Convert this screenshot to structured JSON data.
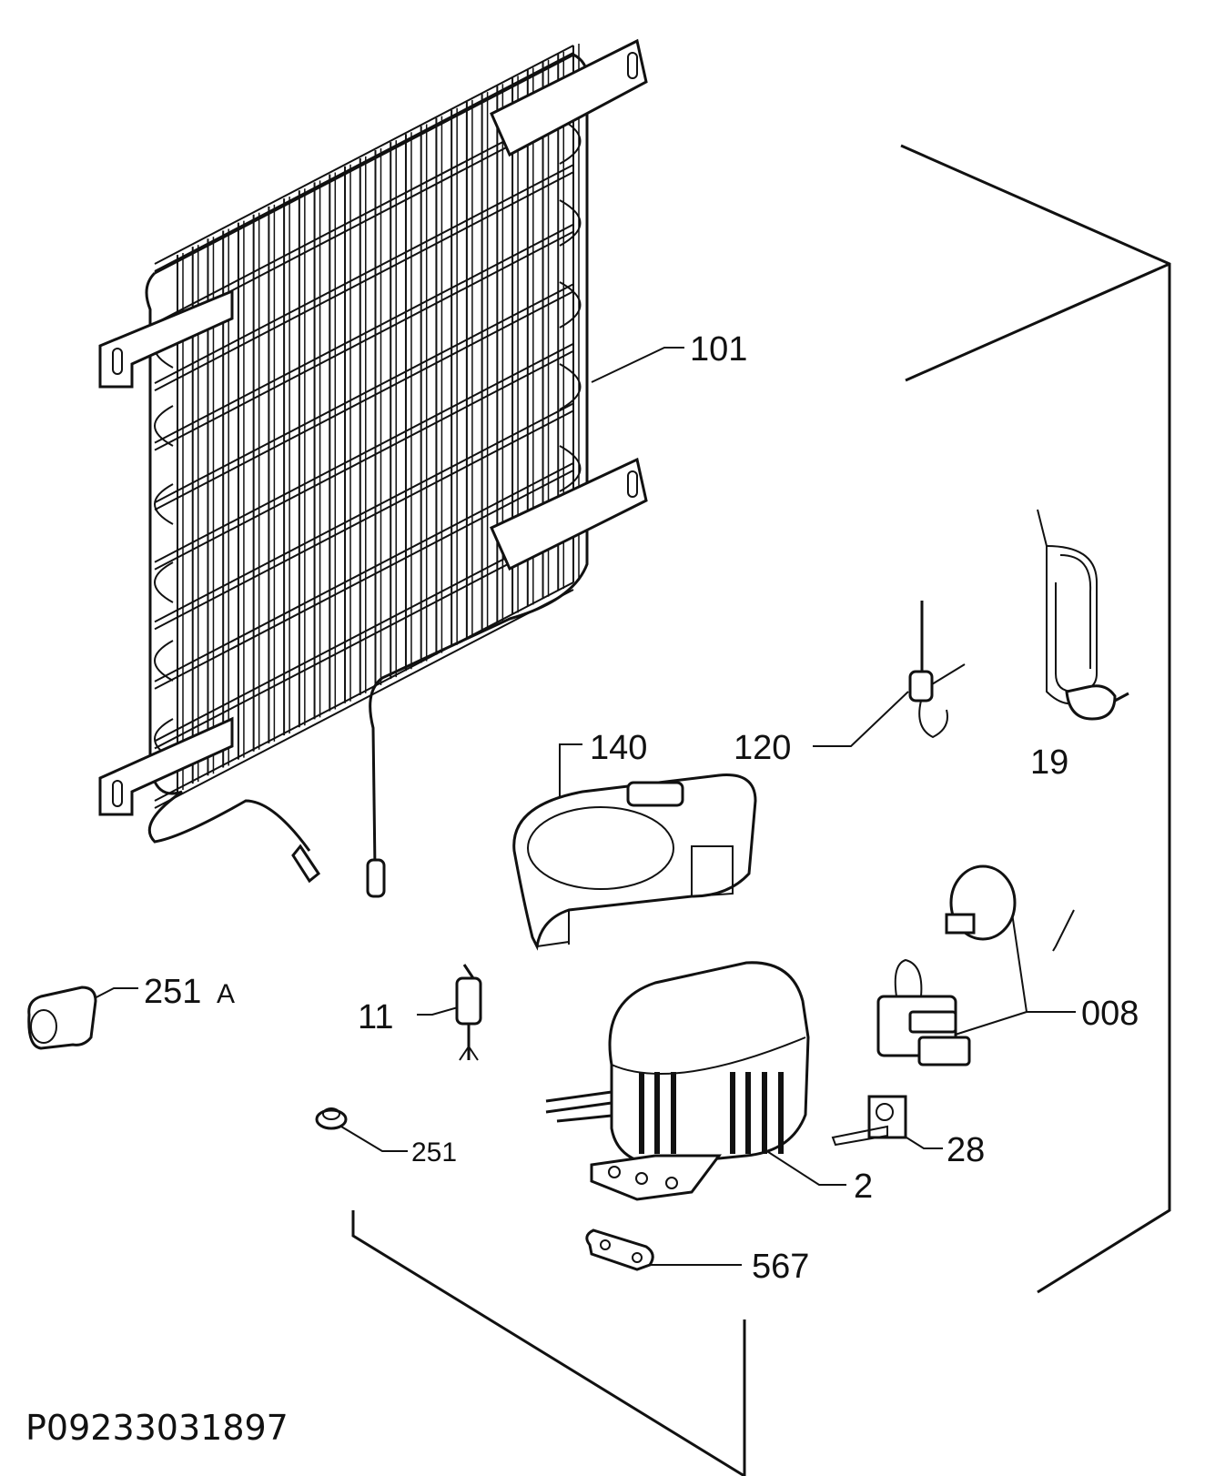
{
  "diagram_code": "P09233031897",
  "labels": {
    "condenser": "101",
    "plug_cable": "19",
    "sensor": "120",
    "drip_tray": "140",
    "foot_a": "251",
    "foot_a_suffix": "A",
    "filter": "11",
    "grommet": "251",
    "relay_group": "008",
    "clip": "28",
    "compressor": "2",
    "bracket": "567"
  }
}
